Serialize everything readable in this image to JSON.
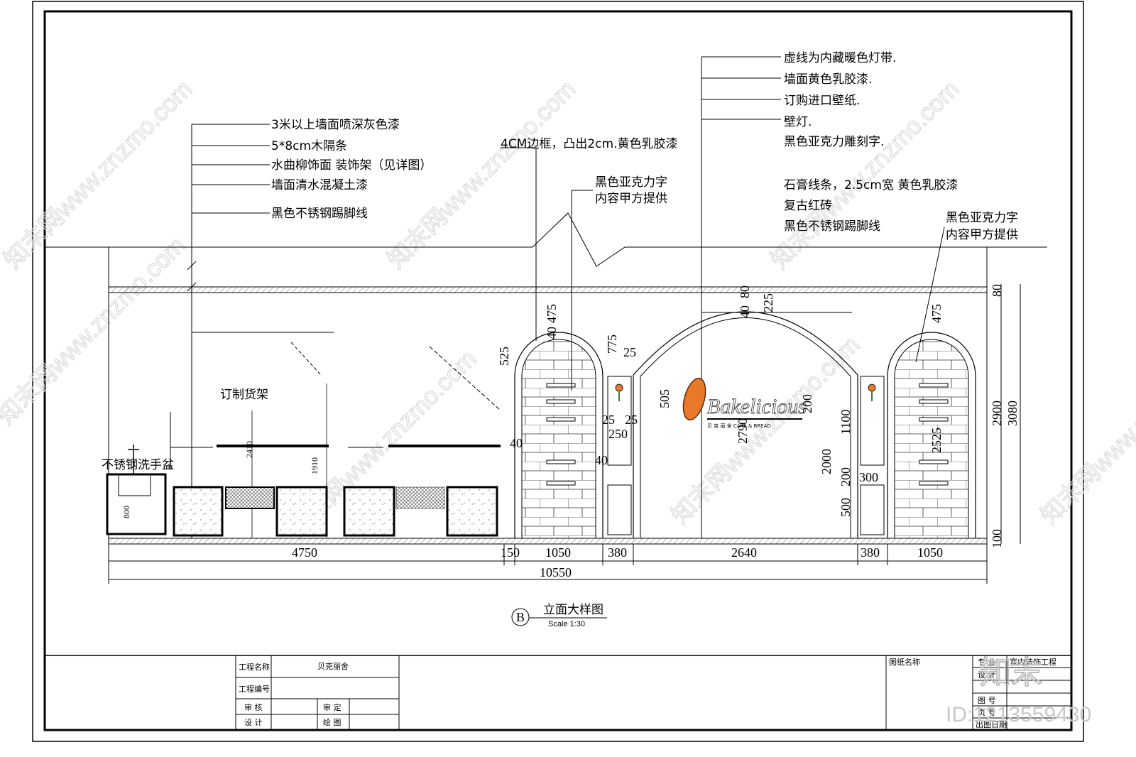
{
  "drawing": {
    "left_notes": [
      "3米以上墙面喷深灰色漆",
      "5*8cm木隔条",
      "水曲柳饰面 装饰架（见详图）",
      "墙面清水混凝土漆",
      "黑色不锈钢踢脚线"
    ],
    "right_notes": [
      "虚线为内藏暖色灯带.",
      "墙面黄色乳胶漆.",
      "订购进口壁纸.",
      "壁灯.",
      "黑色亚克力雕刻字."
    ],
    "right_notes2": [
      "石膏线条，2.5cm宽 黄色乳胶漆",
      "复古红砖",
      "黑色不锈钢踢脚线"
    ],
    "frame_note": "4CM边框，凸出2cm.黄色乳胶漆",
    "acrylic_note_mid": [
      "黑色亚克力字",
      "内容甲方提供"
    ],
    "acrylic_note_right": [
      "黑色亚克力字",
      "内容甲方提供"
    ],
    "shelf_label": "订制货架",
    "basin_label": "不锈钢洗手盆",
    "logo_text": "Bakelicious",
    "logo_subtext": "贝 克 丽 舍 CAKE & BREAD"
  },
  "dimensions": {
    "bottom_row": [
      "4750",
      "150",
      "1050",
      "380",
      "2640",
      "380",
      "1050"
    ],
    "total": "10550",
    "right_side": [
      "80",
      "2900",
      "3080",
      "100"
    ],
    "vertical": [
      "525",
      "40",
      "475",
      "775",
      "25",
      "505",
      "200",
      "2790",
      "1100",
      "2000",
      "200",
      "500",
      "300",
      "475",
      "2525",
      "80",
      "40",
      "225",
      "25",
      "25",
      "250",
      "40",
      "40",
      "2410",
      "1910",
      "800"
    ]
  },
  "title": {
    "marker": "B",
    "name": "立面大样图",
    "scale": "Scale 1:30"
  },
  "title_block": {
    "project_name_label": "工程名称",
    "project_name": "贝克丽舍",
    "project_no_label": "工程编号",
    "review_label": "审 核",
    "approve_label": "审 定",
    "design_label": "设 计",
    "draw_label": "绘 图",
    "drawing_name_label": "图纸名称",
    "right_cells": [
      "专 业",
      "室内装饰工程",
      "设 计",
      "图 号",
      "页 号",
      "出图日期"
    ]
  },
  "watermark": {
    "text": "知末网www.znzmo.com",
    "brand": "知末",
    "id": "ID:1213559430"
  },
  "colors": {
    "line": "#000000",
    "logo_orange": "#e8782a",
    "hatch": "#555555"
  }
}
